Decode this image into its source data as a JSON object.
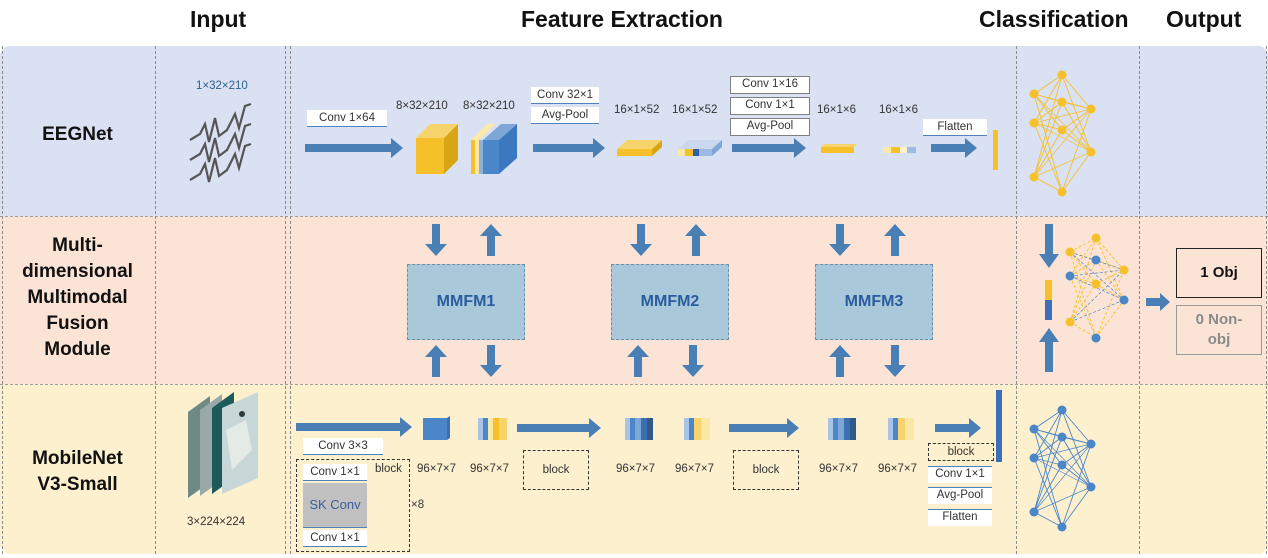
{
  "headers": {
    "input": "Input",
    "feature_extraction": "Feature Extraction",
    "classification": "Classification",
    "output": "Output"
  },
  "rows": {
    "eegnet": {
      "label": "EEGNet",
      "input_dim": "1×32×210",
      "ops": {
        "conv1": "Conv 1×64",
        "conv32": "Conv 32×1",
        "avgpool1": "Avg-Pool",
        "conv16": "Conv 1×16",
        "conv1x1": "Conv 1×1",
        "avgpool2": "Avg-Pool",
        "flatten": "Flatten"
      },
      "dims": [
        "8×32×210",
        "8×32×210",
        "16×1×52",
        "16×1×52",
        "16×1×6",
        "16×1×6"
      ]
    },
    "fusion": {
      "label_lines": [
        "Multi-",
        "dimensional",
        "Multimodal",
        "Fusion",
        "Module"
      ],
      "modules": [
        "MMFM1",
        "MMFM2",
        "MMFM3"
      ]
    },
    "mobilenet": {
      "label_lines": [
        "MobileNet",
        "V3-Small"
      ],
      "input_dim": "3×224×224",
      "ops": {
        "conv3": "Conv 3×3",
        "block_conv_a": "Conv 1×1",
        "block_sk": "SK Conv",
        "block_conv_b": "Conv 1×1",
        "block_label": "block",
        "repeat": "×8",
        "block": "block",
        "final_conv": "Conv 1×1",
        "final_pool": "Avg-Pool",
        "final_flatten": "Flatten"
      },
      "dims": [
        "96×7×7",
        "96×7×7",
        "96×7×7",
        "96×7×7",
        "96×7×7",
        "96×7×7"
      ]
    }
  },
  "output": {
    "obj": "1 Obj",
    "nonobj_lines": [
      "0 Non-",
      "obj"
    ]
  },
  "colors": {
    "eeg_band": "#d9e1f2",
    "fusion_band": "#fbe4d6",
    "mobile_band": "#fdf0cf",
    "arrow_blue": "#4a7fb5",
    "yellow": "#f5c02a",
    "blue": "#4a86c8",
    "mmfm_fill": "#a9c8d9"
  }
}
